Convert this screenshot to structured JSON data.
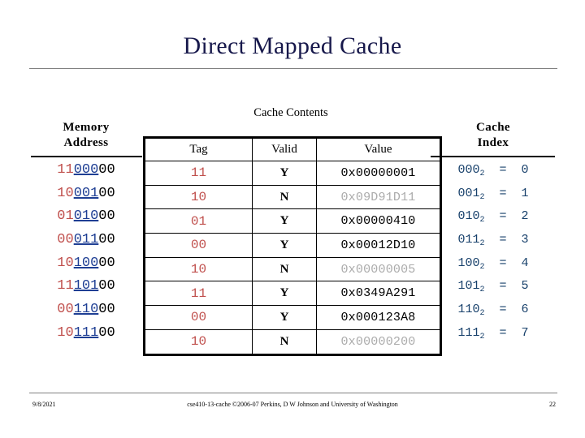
{
  "slide": {
    "title": "Direct Mapped Cache"
  },
  "colors": {
    "title": "#17184B",
    "tag_bits": "#C0504D",
    "index_bits": "#1F3F94",
    "offset_bits": "#000000",
    "cache_index": "#17406B",
    "stale_value": "#ABABAB",
    "rule": "#808080"
  },
  "memory_address": {
    "header_line1": "Memory",
    "header_line2": "Address",
    "rows": [
      {
        "tag": "11",
        "index": "000",
        "offset": "00"
      },
      {
        "tag": "10",
        "index": "001",
        "offset": "00"
      },
      {
        "tag": "01",
        "index": "010",
        "offset": "00"
      },
      {
        "tag": "00",
        "index": "011",
        "offset": "00"
      },
      {
        "tag": "10",
        "index": "100",
        "offset": "00"
      },
      {
        "tag": "11",
        "index": "101",
        "offset": "00"
      },
      {
        "tag": "00",
        "index": "110",
        "offset": "00"
      },
      {
        "tag": "10",
        "index": "111",
        "offset": "00"
      }
    ]
  },
  "cache_contents": {
    "label": "Cache Contents",
    "columns": [
      "Tag",
      "Valid",
      "Value"
    ],
    "rows": [
      {
        "tag": "11",
        "valid": "Y",
        "value": "0x00000001",
        "stale": false
      },
      {
        "tag": "10",
        "valid": "N",
        "value": "0x09D91D11",
        "stale": true
      },
      {
        "tag": "01",
        "valid": "Y",
        "value": "0x00000410",
        "stale": false
      },
      {
        "tag": "00",
        "valid": "Y",
        "value": "0x00012D10",
        "stale": false
      },
      {
        "tag": "10",
        "valid": "N",
        "value": "0x00000005",
        "stale": true
      },
      {
        "tag": "11",
        "valid": "Y",
        "value": "0x0349A291",
        "stale": false
      },
      {
        "tag": "00",
        "valid": "Y",
        "value": "0x000123A8",
        "stale": false
      },
      {
        "tag": "10",
        "valid": "N",
        "value": "0x00000200",
        "stale": true
      }
    ]
  },
  "cache_index": {
    "header_line1": "Cache",
    "header_line2": "Index",
    "equals": "=",
    "rows": [
      {
        "binary": "000",
        "base": "2",
        "decimal": "0"
      },
      {
        "binary": "001",
        "base": "2",
        "decimal": "1"
      },
      {
        "binary": "010",
        "base": "2",
        "decimal": "2"
      },
      {
        "binary": "011",
        "base": "2",
        "decimal": "3"
      },
      {
        "binary": "100",
        "base": "2",
        "decimal": "4"
      },
      {
        "binary": "101",
        "base": "2",
        "decimal": "5"
      },
      {
        "binary": "110",
        "base": "2",
        "decimal": "6"
      },
      {
        "binary": "111",
        "base": "2",
        "decimal": "7"
      }
    ]
  },
  "footer": {
    "date": "9/8/2021",
    "credit": "cse410-13-cache ©2006-07 Perkins, D W Johnson and University of Washington",
    "page": "22"
  }
}
